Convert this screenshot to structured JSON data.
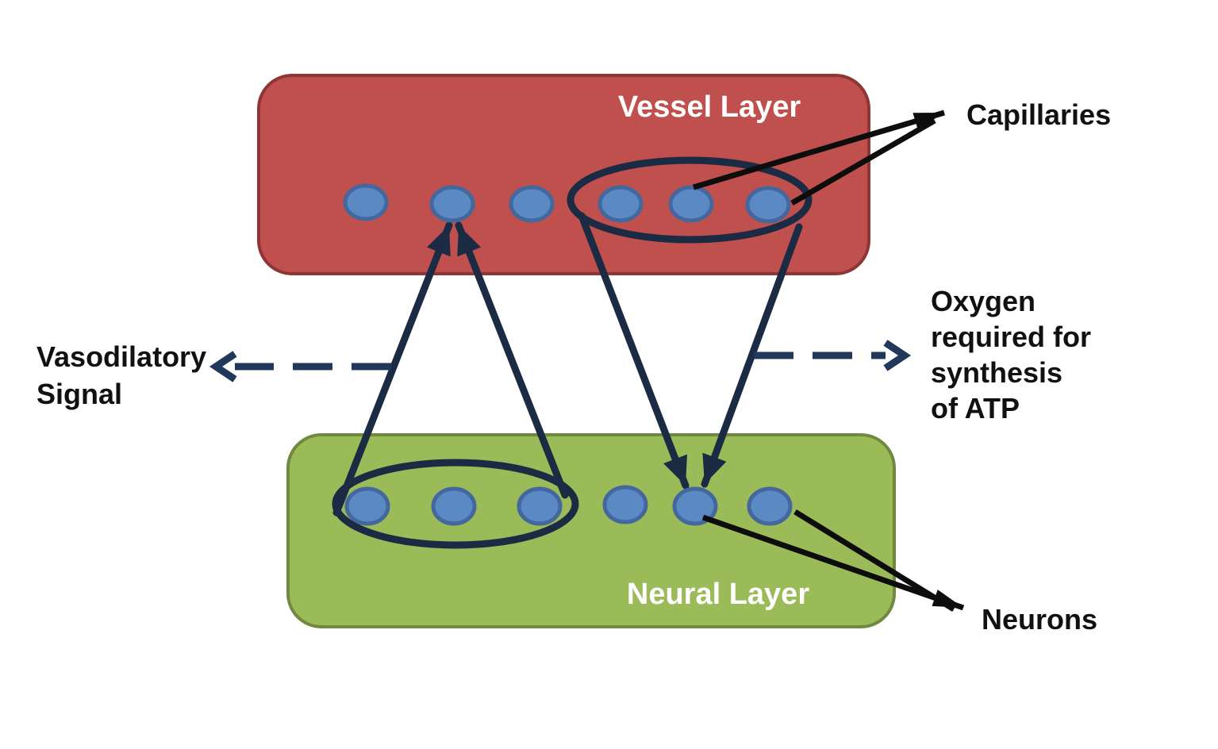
{
  "diagram": {
    "vessel_layer": {
      "label": "Vessel Layer",
      "fill": "#C0504D",
      "border": "#8E3634",
      "capillary_count": 6
    },
    "neural_layer": {
      "label": "Neural Layer",
      "fill": "#9BBB59",
      "border": "#71893F",
      "neuron_count": 6
    },
    "node": {
      "fill": "#5B89C4",
      "border": "#44679E"
    },
    "labels": {
      "capillaries": "Capillaries",
      "neurons": "Neurons",
      "vasodilatory_signal": {
        "line1": "Vasodilatory",
        "line2": "Signal"
      },
      "oxygen_required": {
        "line1": "Oxygen",
        "line2": "required for",
        "line3": "synthesis",
        "line4": "of ATP"
      }
    },
    "colors": {
      "grouping_outline": "#1B2B44",
      "dashed_arrow": "#20395B",
      "pointer_arrow": "#0D0D0D",
      "annotation_text": "#111111",
      "layer_label_text": "#FFFFFF",
      "background": "#FFFFFF"
    }
  }
}
